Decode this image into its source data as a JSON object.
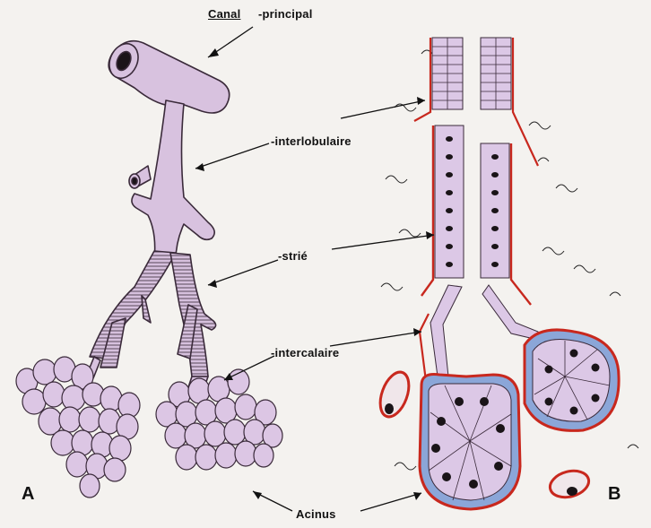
{
  "labels": {
    "canal": "Canal",
    "principal": "-principal",
    "interlobulaire": "-interlobulaire",
    "strie": "-strié",
    "intercalaire": "-intercalaire",
    "acinus": "Acinus",
    "panel_a": "A",
    "panel_b": "B"
  },
  "colors": {
    "duct_pink": "#d8c2df",
    "duct_outline": "#3a2a3a",
    "basement_red": "#c8281e",
    "stroma_blue": "#8ba6d8",
    "nucleus": "#1a1418",
    "background": "#f4f2ef"
  }
}
